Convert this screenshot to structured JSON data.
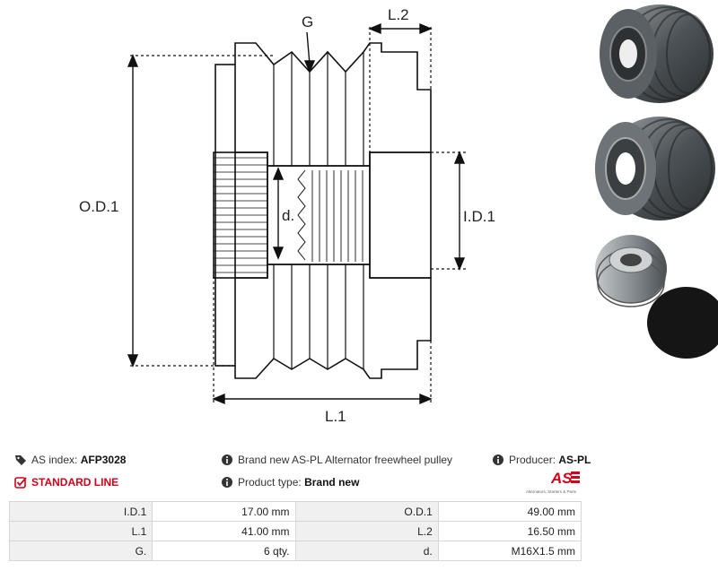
{
  "diagram": {
    "labels": {
      "g": "G",
      "l2": "L.2",
      "od1": "O.D.1",
      "d": "d.",
      "id1": "I.D.1",
      "l1": "L.1"
    }
  },
  "info": {
    "as_index_label": "AS index:",
    "as_index_value": "AFP3028",
    "line": "STANDARD LINE",
    "description": "Brand new AS-PL Alternator freewheel pulley",
    "product_type_label": "Product type:",
    "product_type_value": "Brand new",
    "producer_label": "Producer:",
    "producer_value": "AS-PL",
    "logo_text": "AS",
    "logo_tagline": "Alternators, Starters & Parts"
  },
  "specs": [
    {
      "k1": "I.D.1",
      "v1": "17.00 mm",
      "k2": "O.D.1",
      "v2": "49.00 mm"
    },
    {
      "k1": "L.1",
      "v1": "41.00 mm",
      "k2": "L.2",
      "v2": "16.50 mm"
    },
    {
      "k1": "G.",
      "v1": "6 qty.",
      "k2": "d.",
      "v2": "M16X1.5 mm"
    }
  ],
  "colors": {
    "accent": "#d0021b",
    "line": "#111111"
  }
}
